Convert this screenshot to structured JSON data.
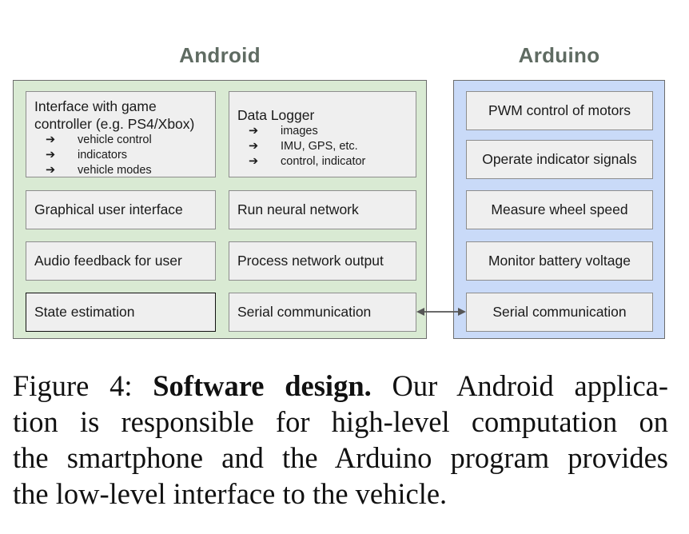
{
  "android": {
    "title": "Android",
    "interface_box": {
      "heading_line1": "Interface with game",
      "heading_line2": "controller (e.g. PS4/Xbox)",
      "bullets": [
        "vehicle control",
        "indicators",
        "vehicle modes"
      ]
    },
    "data_logger_box": {
      "heading": "Data Logger",
      "bullets": [
        "images",
        "IMU, GPS, etc.",
        "control, indicator"
      ]
    },
    "gui": "Graphical user interface",
    "run_nn": "Run neural network",
    "audio": "Audio feedback for user",
    "process_output": "Process network output",
    "state_estimation": "State estimation",
    "serial": "Serial communication"
  },
  "arduino": {
    "title": "Arduino",
    "pwm": "PWM control of motors",
    "indicators": "Operate indicator signals",
    "wheel_speed": "Measure wheel speed",
    "battery": "Monitor battery voltage",
    "serial": "Serial communication"
  },
  "bullet_glyph": "➔",
  "caption": {
    "label": "Figure 4:",
    "bold": "Software design.",
    "line1_rest": "Our Android applica-",
    "line2": "tion is responsible for high-level computation on",
    "line3": "the smartphone and the Arduino program provides",
    "line4": "the low-level interface to the vehicle."
  },
  "colors": {
    "android_panel": "#d9ead3",
    "arduino_panel": "#c9daf8",
    "box_fill": "#efefef",
    "title_color": "#5f6b62"
  }
}
